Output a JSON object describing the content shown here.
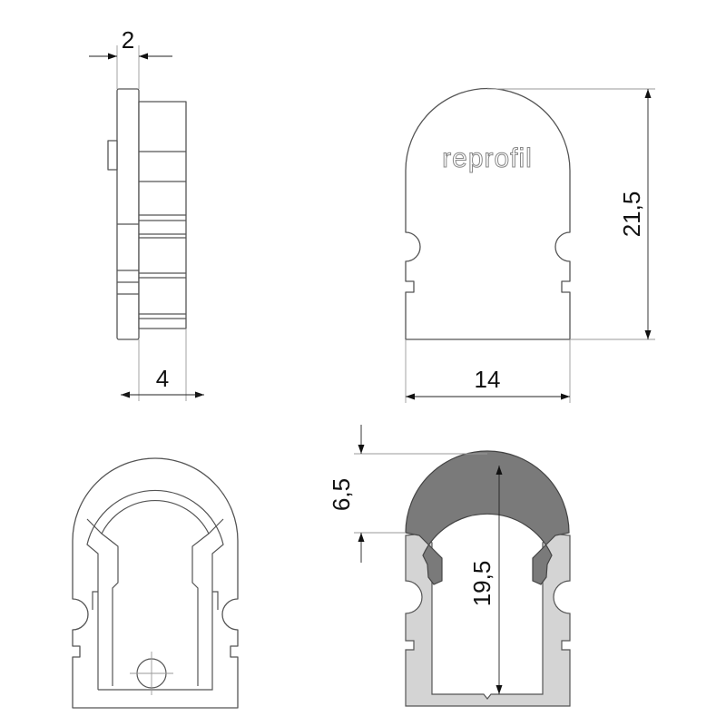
{
  "logo": {
    "text": "reprofil"
  },
  "dimensions": {
    "side_thickness": "2",
    "side_depth": "4",
    "front_height": "21,5",
    "front_width": "14",
    "cap_height": "6,5",
    "inner_height": "19,5"
  },
  "colors": {
    "profile_fill": "#d4d4d4",
    "cap_fill": "#7a7a7a",
    "outline": "#555555"
  }
}
